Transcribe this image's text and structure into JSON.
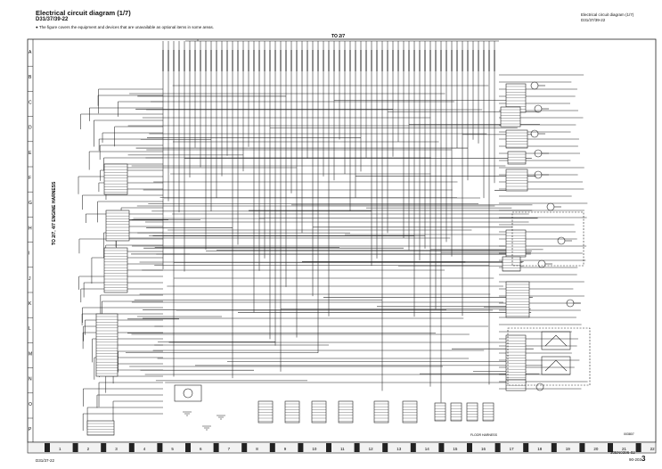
{
  "header": {
    "title": "Electrical circuit diagram (1/7)",
    "code": "D31/37/39-22",
    "note": "●  The figure covers the equipment and devices that are unavailable as optional items in some areas.",
    "right_title": "Electrical circuit diagram (1/7)",
    "right_code": "D31/37/39-22"
  },
  "footer": {
    "left_code": "D31/37-22",
    "right_code": "30EN0396-02",
    "page_prefix": "90-203",
    "page_num": "3"
  },
  "top_destination": "TO 2/7",
  "left_destination": "TO 2/7, 4/7 ENGINE HARNESS",
  "row_labels": [
    "A",
    "B",
    "C",
    "D",
    "E",
    "F",
    "G",
    "H",
    "I",
    "J",
    "K",
    "L",
    "M",
    "N",
    "O",
    "P"
  ],
  "col_labels": [
    "1",
    "2",
    "3",
    "4",
    "5",
    "6",
    "7",
    "8",
    "9",
    "10",
    "11",
    "12",
    "13",
    "14",
    "15",
    "16",
    "17",
    "18",
    "19",
    "20",
    "21",
    "22"
  ],
  "bottom_note": "FLOOR HARNESS",
  "stamp": "003807"
}
